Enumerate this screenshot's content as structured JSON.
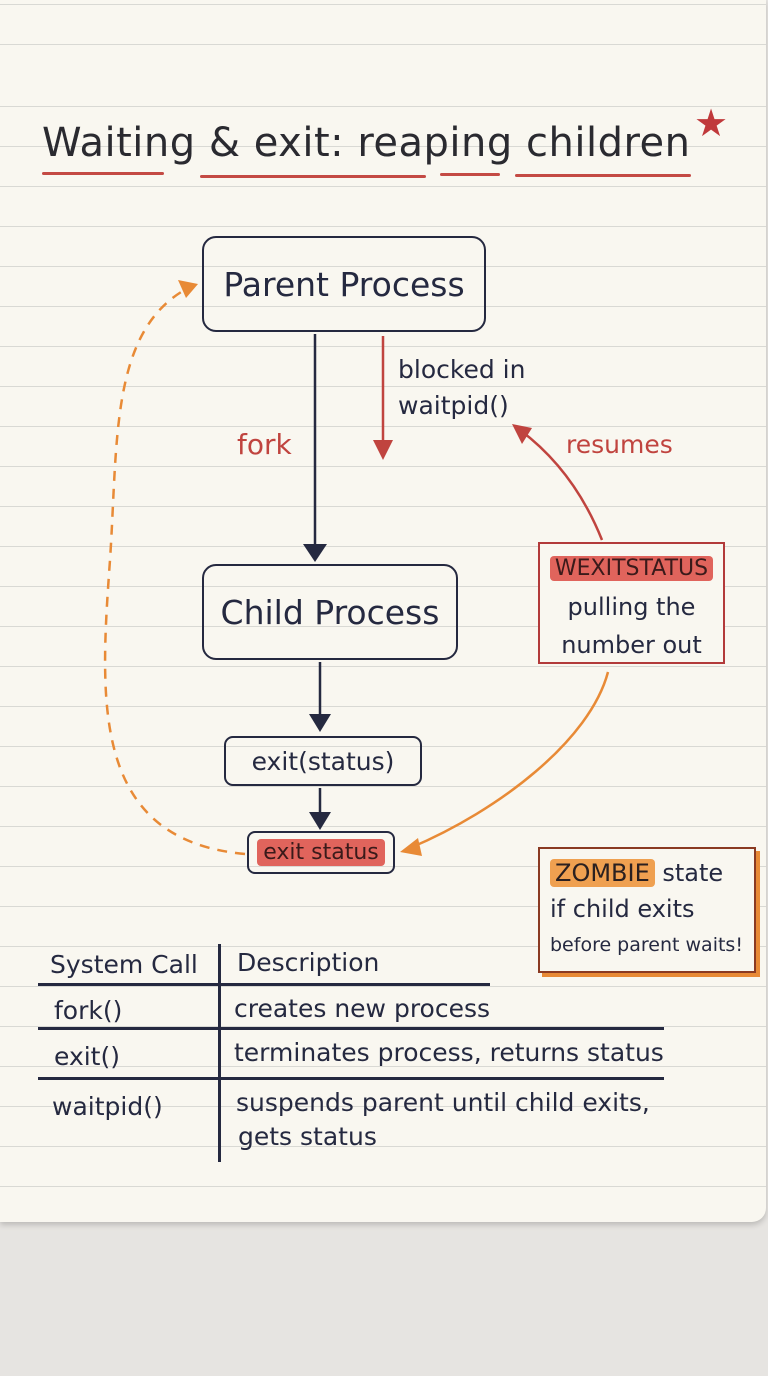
{
  "title": "Waiting & exit: reaping children",
  "diagram": {
    "parent_label": "Parent Process",
    "child_label": "Child Process",
    "exit_call_label": "exit(status)",
    "exit_status_label": "exit status",
    "fork_label": "fork",
    "blocked_line1": "blocked in",
    "blocked_line2": "waitpid()",
    "resumes_label": "resumes",
    "wexitstatus_tag": "WEXITSTATUS",
    "wexitstatus_line1": "pulling the",
    "wexitstatus_line2": "number out",
    "zombie_tag": "ZOMBIE",
    "zombie_line1_rest": "state",
    "zombie_line2": "if child exits",
    "zombie_line3": "before parent waits!"
  },
  "table": {
    "headers": [
      "System Call",
      "Description"
    ],
    "rows": [
      {
        "call": "fork()",
        "description": "creates new process"
      },
      {
        "call": "exit()",
        "description": "terminates process, returns status"
      },
      {
        "call": "waitpid()",
        "description_line1": "suspends parent until child exits,",
        "description_line2": "gets status"
      }
    ]
  },
  "colors": {
    "ink": "#252940",
    "red": "#c0443f",
    "highlight_red": "#e0645c",
    "orange": "#e88a36",
    "paper": "#f9f7f0"
  }
}
